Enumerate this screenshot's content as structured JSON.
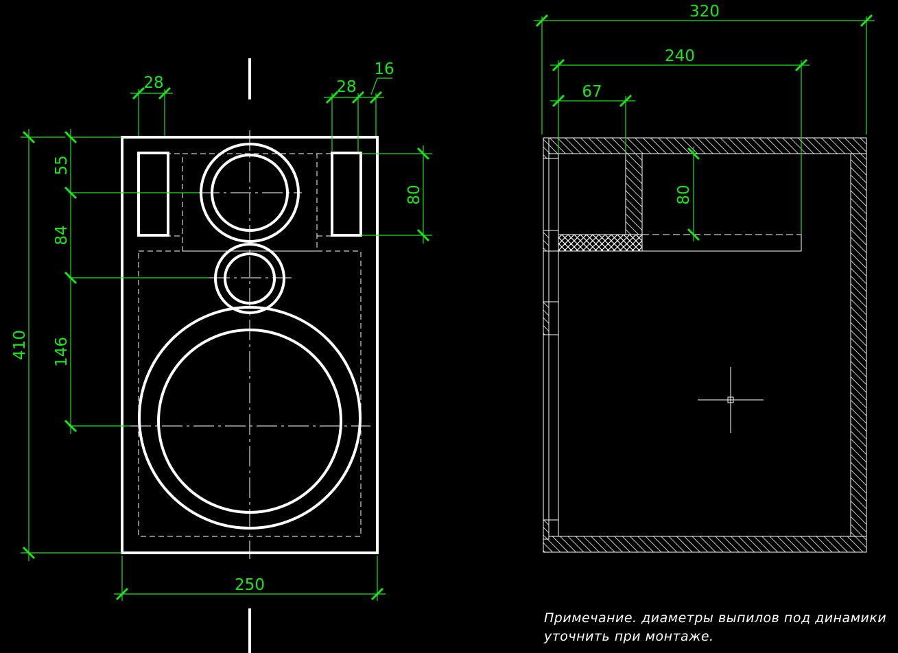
{
  "front_view": {
    "dimensions": {
      "tweeter_width_left": "28",
      "tweeter_width_right": "28",
      "wall_thickness": "16",
      "top_to_tweeter_center": "55",
      "tweeter_to_midrange": "84",
      "midrange_to_woofer": "146",
      "total_height": "410",
      "total_width": "250",
      "tweeter_height": "80"
    }
  },
  "side_view": {
    "dimensions": {
      "total_depth": "320",
      "chamber_depth": "240",
      "partition_offset": "67",
      "chamber_height": "80"
    }
  },
  "note": {
    "line1": "Примечание. диаметры выпилов под динамики",
    "line2": "уточнить при монтаже."
  },
  "colors": {
    "background": "#000000",
    "outline": "#ffffff",
    "dimension": "#19e619"
  }
}
